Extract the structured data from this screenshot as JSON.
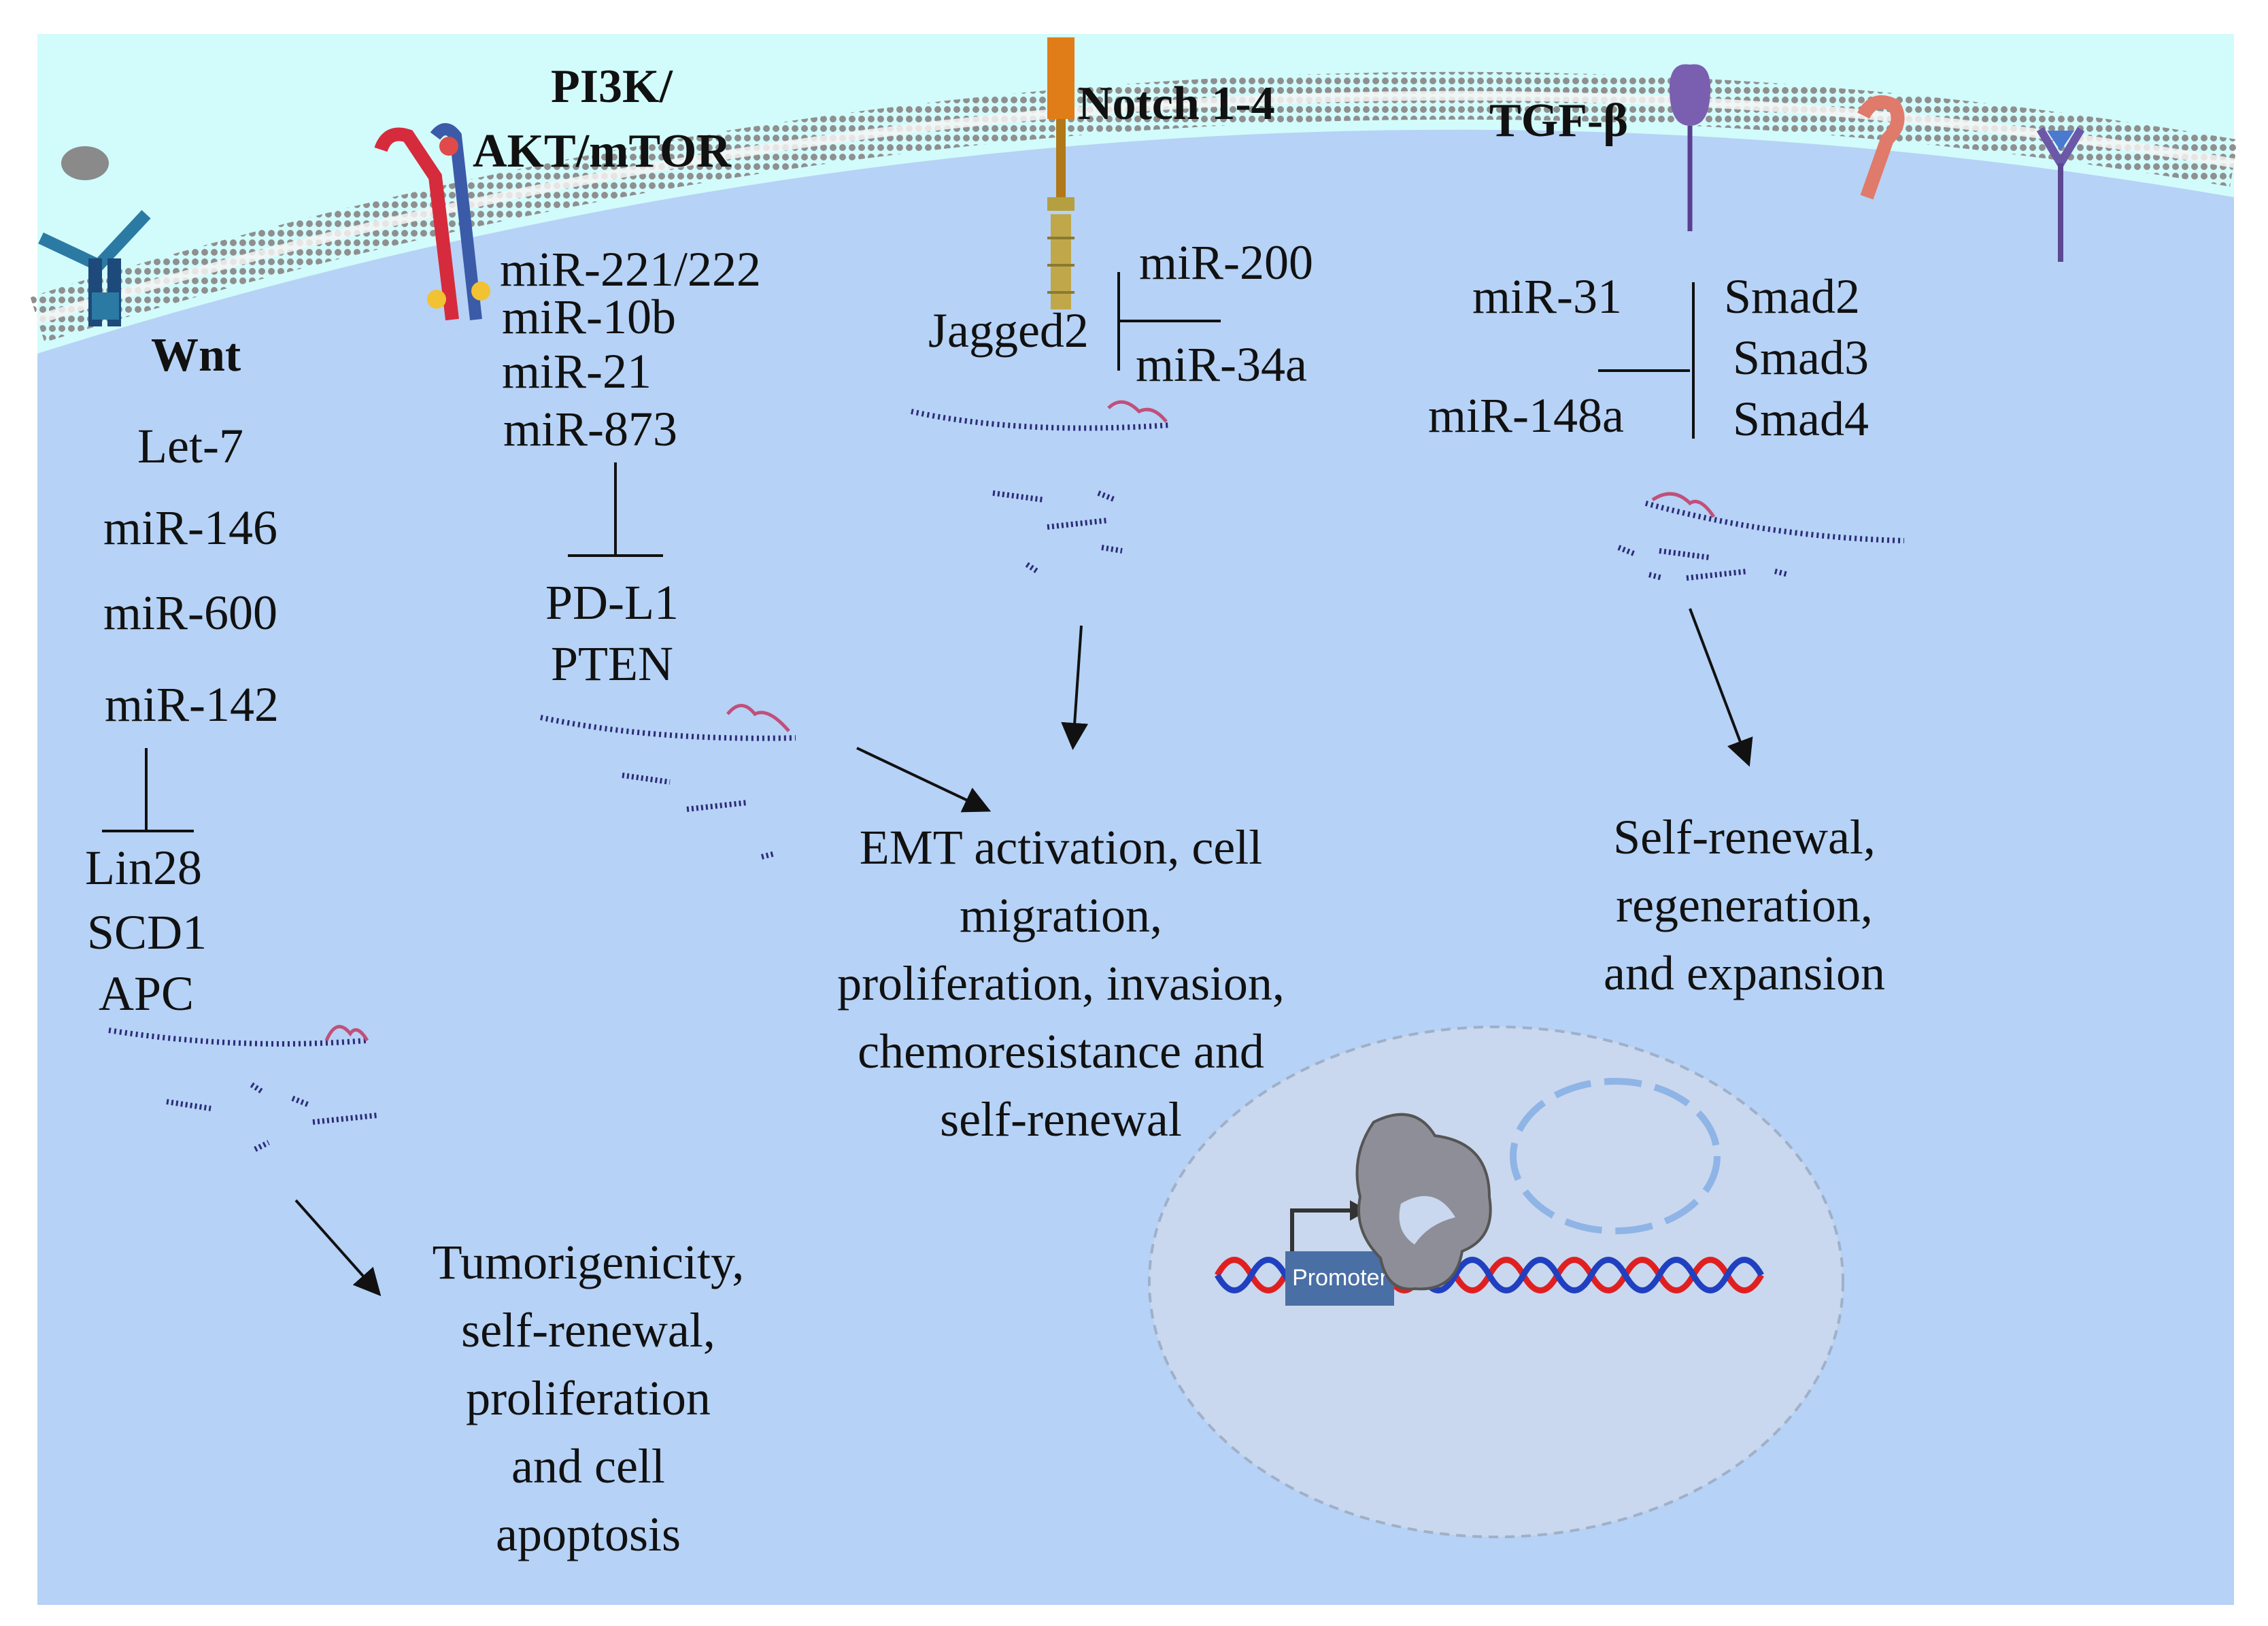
{
  "pathways": {
    "wnt": {
      "title": "Wnt",
      "mirnas": [
        "Let-7",
        "miR-146",
        "miR-600",
        "miR-142"
      ],
      "targets": [
        "Lin28",
        "SCD1",
        "APC"
      ],
      "outcome": [
        "Tumorigenicity,",
        "self-renewal,",
        "proliferation",
        "and cell",
        "apoptosis"
      ]
    },
    "pi3k": {
      "title_line1": "PI3K/",
      "title_line2": "AKT/mTOR",
      "mirnas": [
        "miR-221/222",
        "miR-10b",
        "miR-21",
        "miR-873"
      ],
      "targets": [
        "PD-L1",
        "PTEN"
      ]
    },
    "notch": {
      "title": "Notch 1-4",
      "ligand": "Jagged2",
      "mirnas": [
        "miR-200",
        "miR-34a"
      ]
    },
    "tgf": {
      "title": "TGF-β",
      "mirnas": [
        "miR-31",
        "miR-148a"
      ],
      "targets": [
        "Smad2",
        "Smad3",
        "Smad4"
      ],
      "outcome": [
        "Self-renewal,",
        "regeneration,",
        "and expansion"
      ]
    }
  },
  "central_outcome": [
    "EMT activation, cell",
    "migration,",
    "proliferation, invasion,",
    "chemoresistance and",
    "self-renewal"
  ],
  "nucleus": {
    "promoter_label": "Promoter"
  },
  "colors": {
    "background_top": "#d2fbfb",
    "cytoplasm": "#b6d2f6",
    "membrane": "#9a9a9a",
    "nucleus": "#c9d8ee",
    "rna_strand": "#2c2c7a",
    "rna_loop": "#c0507a",
    "promoter_box": "#4a6fa5",
    "ribosome": "#8e8e98",
    "dna_red": "#e02020",
    "dna_blue": "#2040c0"
  }
}
